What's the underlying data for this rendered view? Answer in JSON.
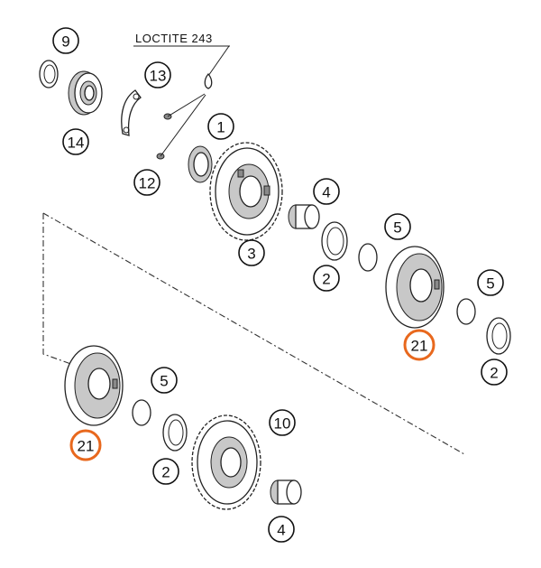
{
  "note": {
    "text": "LOCTITE 243"
  },
  "highlight_color": "#e8681d",
  "callouts": [
    {
      "id": "c9",
      "label": "9"
    },
    {
      "id": "c13",
      "label": "13"
    },
    {
      "id": "c14",
      "label": "14"
    },
    {
      "id": "c1",
      "label": "1"
    },
    {
      "id": "c12",
      "label": "12"
    },
    {
      "id": "c3",
      "label": "3"
    },
    {
      "id": "c4a",
      "label": "4"
    },
    {
      "id": "c2a",
      "label": "2"
    },
    {
      "id": "c5a",
      "label": "5"
    },
    {
      "id": "c5b",
      "label": "5"
    },
    {
      "id": "c21a",
      "label": "21"
    },
    {
      "id": "c2b",
      "label": "2"
    },
    {
      "id": "c5c",
      "label": "5"
    },
    {
      "id": "c10",
      "label": "10"
    },
    {
      "id": "c21b",
      "label": "21"
    },
    {
      "id": "c2c",
      "label": "2"
    },
    {
      "id": "c4b",
      "label": "4"
    }
  ]
}
